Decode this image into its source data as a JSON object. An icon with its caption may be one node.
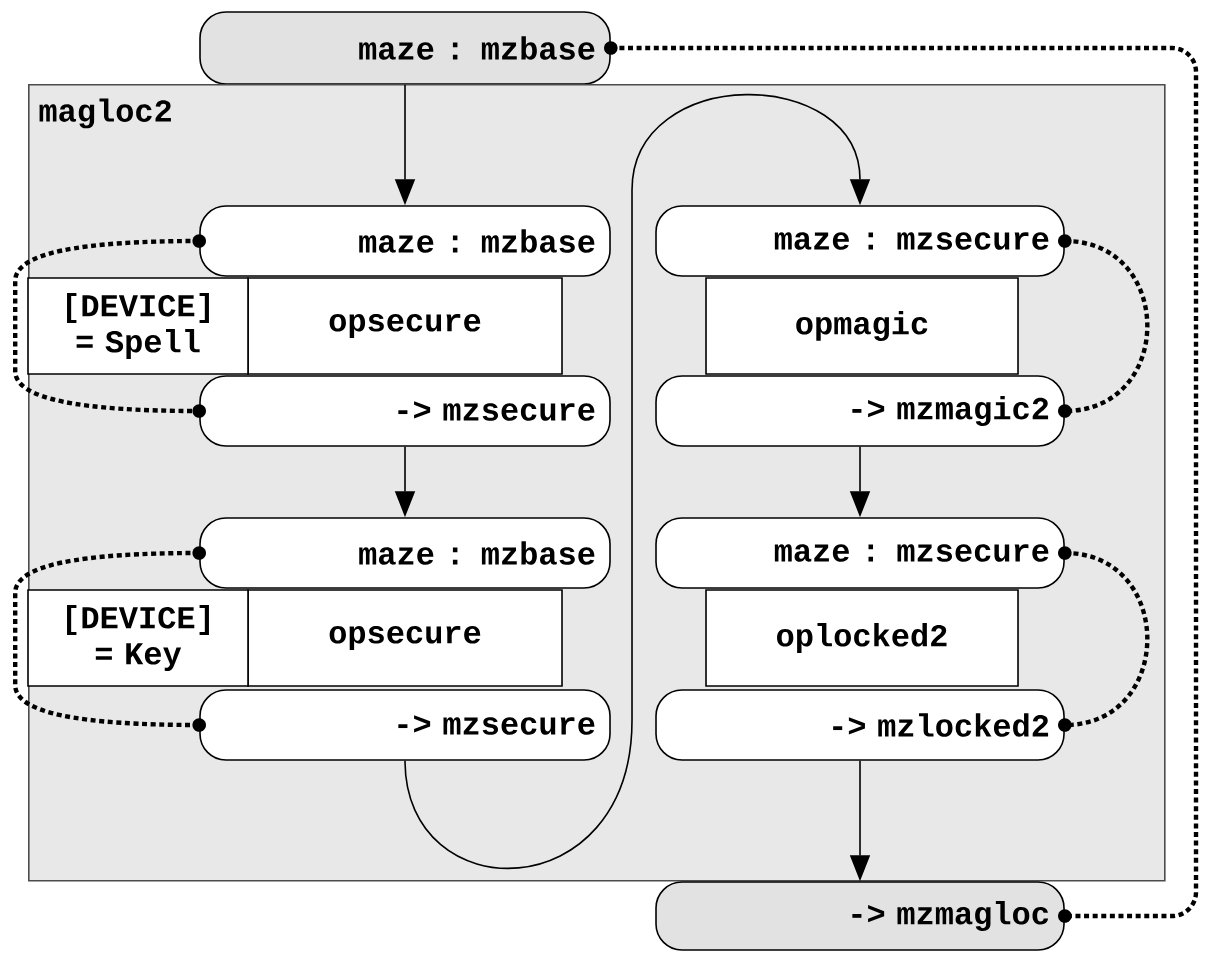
{
  "diagram": {
    "nodes": [
      {
        "text": [
          "maze : mzbase"
        ]
      },
      {
        "text": [
          "magloc2"
        ]
      },
      {
        "text": [
          "maze : mzbase"
        ],
        "in": 1
      },
      {
        "text": [
          "[DEVICE] = Spell"
        ],
        "in": 1
      },
      {
        "text": [
          "opsecure"
        ],
        "in": 1
      },
      {
        "text": [
          "-> mzsecure"
        ],
        "in": 1
      },
      {
        "text": [
          "maze : mzbase"
        ],
        "in": 1
      },
      {
        "text": [
          "[DEVICE] = Key"
        ],
        "in": 1
      },
      {
        "text": [
          "opsecure"
        ],
        "in": 1
      },
      {
        "text": [
          "-> mzsecure"
        ],
        "in": 1
      },
      {
        "text": [
          "maze : mzsecure"
        ],
        "in": 1
      },
      {
        "text": [
          "opmagic"
        ],
        "in": 1
      },
      {
        "text": [
          "-> mzmagic2"
        ],
        "in": 1
      },
      {
        "text": [
          "maze : mzsecure"
        ],
        "in": 1
      },
      {
        "text": [
          "oplocked2"
        ],
        "in": 1
      },
      {
        "text": [
          "-> mzlocked2"
        ],
        "in": 1
      },
      {
        "text": [
          "-> mzmagloc"
        ]
      }
    ],
    "edges": [
      {
        "from": 0,
        "to": 2,
        "arrow": "to"
      },
      {
        "from": 5,
        "to": 6,
        "arrow": "to"
      },
      {
        "from": 9,
        "to": 10,
        "arrow": "to"
      },
      {
        "from": 12,
        "to": 13,
        "arrow": "to"
      },
      {
        "from": 15,
        "to": 16,
        "arrow": "to"
      },
      {
        "from": 2,
        "to": 5,
        "arrow": "other",
        "style": "dashed"
      },
      {
        "from": 6,
        "to": 9,
        "arrow": "other",
        "style": "dashed"
      },
      {
        "from": 10,
        "to": 12,
        "arrow": "other",
        "style": "dashed"
      },
      {
        "from": 13,
        "to": 15,
        "arrow": "other",
        "style": "dashed"
      },
      {
        "from": 0,
        "to": 16,
        "arrow": "other",
        "style": "dashed"
      }
    ]
  }
}
